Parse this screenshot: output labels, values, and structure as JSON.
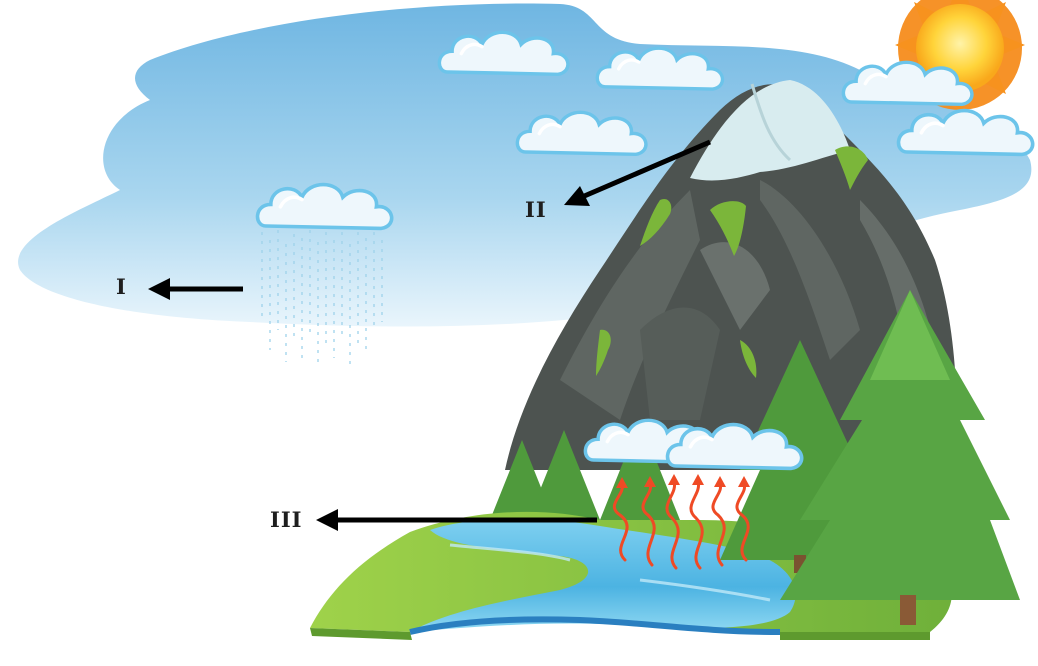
{
  "diagram": {
    "labels": {
      "first": "I",
      "second": "II",
      "third": "III"
    },
    "components": [
      "sky",
      "sun",
      "clouds",
      "rain-cloud",
      "rain-drops",
      "mountain",
      "snow-cap",
      "pine-trees",
      "lake",
      "grass-land",
      "evaporation-arrows"
    ]
  },
  "colors": {
    "sky": "#8ec6e6",
    "sun": "#f9a81b",
    "cloud": "#eef7fc",
    "cloud_outline": "#6cc4ea",
    "rain": "#9ed2ea",
    "mountain": "#4d5350",
    "snow": "#d8ecef",
    "moss": "#7bb63a",
    "tree": "#4f9a3c",
    "grass": "#8cc63f",
    "lake": "#4fb4e1",
    "lake_edge": "#2a7fc0",
    "evaporation": "#ef4a25",
    "pointer_arrow": "#000000"
  }
}
